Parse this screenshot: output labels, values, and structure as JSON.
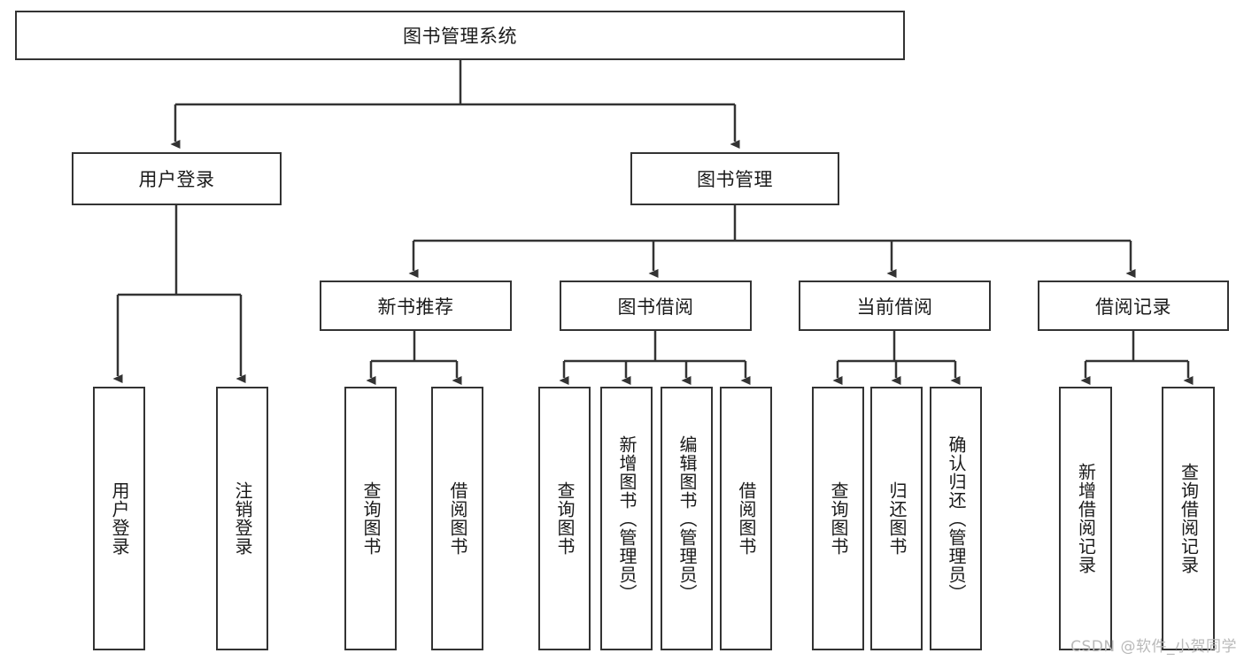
{
  "diagram": {
    "type": "tree-hierarchy",
    "title": "图书管理系统",
    "orientation": "top-down",
    "root": {
      "id": "root",
      "label": "图书管理系统"
    },
    "level1": [
      {
        "id": "user-login",
        "label": "用户登录"
      },
      {
        "id": "book-manage",
        "label": "图书管理"
      }
    ],
    "level2": [
      {
        "id": "new-book-recommend",
        "label": "新书推荐",
        "parent": "book-manage"
      },
      {
        "id": "book-borrow",
        "label": "图书借阅",
        "parent": "book-manage"
      },
      {
        "id": "current-borrow",
        "label": "当前借阅",
        "parent": "book-manage"
      },
      {
        "id": "borrow-record",
        "label": "借阅记录",
        "parent": "book-manage"
      }
    ],
    "leaves": {
      "user_login": [
        {
          "id": "leaf-user-login",
          "label": "用户登录"
        },
        {
          "id": "leaf-user-logout",
          "label": "注销登录"
        }
      ],
      "new_book_recommend": [
        {
          "id": "leaf-query-book-1",
          "label": "查询图书"
        },
        {
          "id": "leaf-borrow-book-1",
          "label": "借阅图书"
        }
      ],
      "book_borrow": [
        {
          "id": "leaf-query-book-2",
          "label": "查询图书"
        },
        {
          "id": "leaf-add-book",
          "label": "新增图书（管理员）"
        },
        {
          "id": "leaf-edit-book",
          "label": "编辑图书（管理员）"
        },
        {
          "id": "leaf-borrow-book-2",
          "label": "借阅图书"
        }
      ],
      "current_borrow": [
        {
          "id": "leaf-query-book-3",
          "label": "查询图书"
        },
        {
          "id": "leaf-return-book",
          "label": "归还图书"
        },
        {
          "id": "leaf-confirm-return",
          "label": "确认归还（管理员）"
        }
      ],
      "borrow_record": [
        {
          "id": "leaf-add-record",
          "label": "新增借阅记录"
        },
        {
          "id": "leaf-query-record",
          "label": "查询借阅记录"
        }
      ]
    },
    "colors": {
      "stroke": "#333333",
      "fill": "#ffffff",
      "text": "#1a1a1a",
      "watermark": "#b9b9b9"
    }
  },
  "watermark": {
    "text": "CSDN @软件_小贺同学"
  }
}
